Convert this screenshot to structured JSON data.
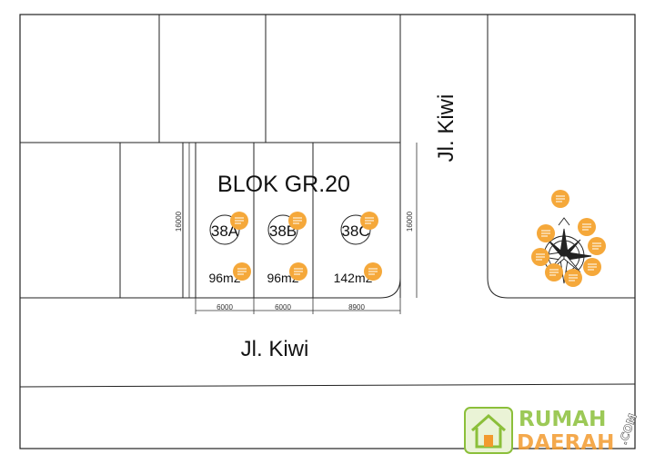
{
  "block_label": "BLOK GR.20",
  "street_bottom": "Jl. Kiwi",
  "street_side": "Jl. Kiwi",
  "lots": [
    {
      "number": "38A",
      "area": "96m2"
    },
    {
      "number": "38B",
      "area": "96m2"
    },
    {
      "number": "38C",
      "area": "142m2"
    }
  ],
  "dimensions": {
    "depth_left": "16000",
    "depth_right": "16000",
    "widths": [
      "6000",
      "6000",
      "8900"
    ]
  },
  "watermark": {
    "word1": "RUMAH",
    "word2": "DAERAH",
    "suffix": ".COM"
  },
  "colors": {
    "line": "#222222",
    "marker": "#f5a83a",
    "logo_green": "#8bbf3a",
    "logo_orange": "#f29a2e"
  },
  "icons": [
    "note-marker-icon",
    "compass-rose-icon",
    "house-logo-icon"
  ]
}
